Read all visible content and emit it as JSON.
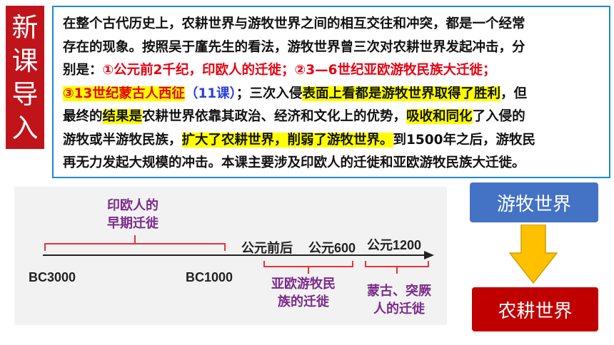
{
  "side_title": [
    "新",
    "课",
    "导",
    "入"
  ],
  "intro": {
    "l1": "在整个古代历史上，农耕世界与游牧世界之间的相互交往和冲突，都是一个经常",
    "l2": "存在的现象。按照吴于廑先生的看法，游牧世界曾三次对农耕世界发起冲击，分",
    "l3a": "别是：",
    "l3b": "①公元前2千纪，印欧人的迁徙；②3—6世纪亚欧游牧民族大迁徙；",
    "l4a": "③13世纪蒙古人西征",
    "l4b": "（11课）",
    "l4c": "；三次入侵",
    "l4d": "表面上看都是游牧世界取得了胜利",
    "l4e": "，但",
    "l5a": "最终的",
    "l5b": "结果是",
    "l5c": "农耕世界依靠其政治、经济和文化上的优势，",
    "l5d": "吸收和同化",
    "l5e": "了入侵的",
    "l6a": "游牧或半游牧民族，",
    "l6b": "扩大了农耕世界，削弱了游牧世界。",
    "l6c": "到1500年之后，游牧民",
    "l7": "再无力发起大规模的冲击。本课主要涉及印欧人的迁徙和亚欧游牧民族大迁徙。"
  },
  "timeline": {
    "era_indo": [
      "印欧人的",
      "早期迁徙"
    ],
    "era_asia": [
      "亚欧游牧民",
      "族的迁徙"
    ],
    "era_mongol": [
      "蒙古、突厥",
      "人的迁徙"
    ],
    "label_bc3000": "BC3000",
    "label_bc1000": "BC1000",
    "label_ad": "公元前后",
    "label_600": "公元600",
    "label_1200": "公元1200"
  },
  "flow": {
    "nomad": "游牧世界",
    "farm": "农耕世界"
  },
  "colors": {
    "title_bg": "#c0141b",
    "border": "#1c8bd1",
    "highlight": "#ffff00",
    "accent_red": "#e60012",
    "accent_blue": "#2b3fd8",
    "era_purple": "#7a2a8a",
    "nomad_bg": "#4472c4",
    "farm_bg": "#c00000",
    "arrow": "#ffc000"
  }
}
